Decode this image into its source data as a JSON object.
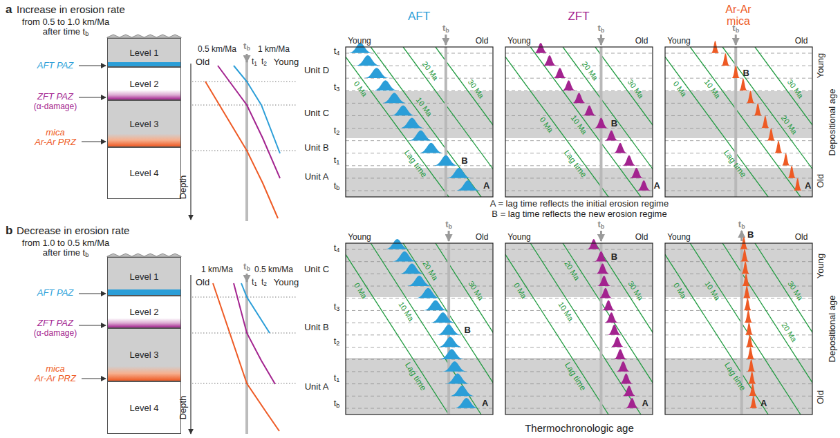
{
  "diagram": {
    "nodes": [
      {
        "text": [
          "Level 1"
        ]
      },
      {
        "text": [
          "Level 2"
        ]
      },
      {
        "text": [
          "Level 3"
        ]
      },
      {
        "text": [
          "Level 4"
        ]
      },
      {
        "text": [
          "Level 1"
        ]
      },
      {
        "text": [
          "Level 2"
        ]
      },
      {
        "text": [
          "Level 3"
        ]
      },
      {
        "text": [
          "Level 4"
        ]
      }
    ],
    "labels": [
      "a",
      "Increase in erosion rate",
      "from 0.5 to 1.0 km/Ma",
      "after time tb",
      "AFT PAZ",
      "ZFT PAZ",
      "(α-damage)",
      "mica",
      "Ar-Ar PRZ",
      "0.5 km/Ma",
      "1 km/Ma",
      "Old",
      "tb",
      "t1",
      "t2",
      "Young",
      "Depth",
      "AFT",
      "ZFT",
      "Ar-Ar",
      "mica",
      "t4",
      "t3",
      "t2",
      "t1",
      "tb",
      "Unit D",
      "Unit C",
      "Unit B",
      "Unit A",
      "Young",
      "Depositional age",
      "Old",
      "Young",
      "tb",
      "Old",
      "0 Ma",
      "10 Ma",
      "20 Ma",
      "30 Ma",
      "Lag time",
      "A",
      "B",
      "Young",
      "tb",
      "Old",
      "0 Ma",
      "10 Ma",
      "20 Ma",
      "30 Ma",
      "Lag time",
      "A",
      "B",
      "Young",
      "tb",
      "Old",
      "0 Ma",
      "10 Ma",
      "20 Ma",
      "30 Ma",
      "Lag time",
      "A",
      "B",
      "A = lag time reflects the initial erosion regime",
      "B = lag time reflects the new erosion regime",
      "b",
      "Decrease in erosion rate",
      "from 1.0 to 0.5 km/Ma",
      "after time tb",
      "AFT PAZ",
      "ZFT PAZ",
      "(α-damage)",
      "mica",
      "Ar-Ar PRZ",
      "1 km/Ma",
      "0.5 km/Ma",
      "Old",
      "tb",
      "t1",
      "t2",
      "Young",
      "Depth",
      "t4",
      "t3",
      "t2",
      "t1",
      "tb",
      "Unit C",
      "Unit B",
      "Unit A",
      "Young",
      "Depositional age",
      "Old",
      "Young",
      "tb",
      "Old",
      "0 Ma",
      "10 Ma",
      "20 Ma",
      "30 Ma",
      "Lag time",
      "A",
      "B",
      "Young",
      "tb",
      "Old",
      "0 Ma",
      "10 Ma",
      "20 Ma",
      "30 Ma",
      "Lag time",
      "A",
      "B",
      "Young",
      "tb",
      "Old",
      "0 Ma",
      "10 Ma",
      "20 Ma",
      "30 Ma",
      "Lag time",
      "A",
      "B",
      "Thermochronologic age"
    ]
  }
}
